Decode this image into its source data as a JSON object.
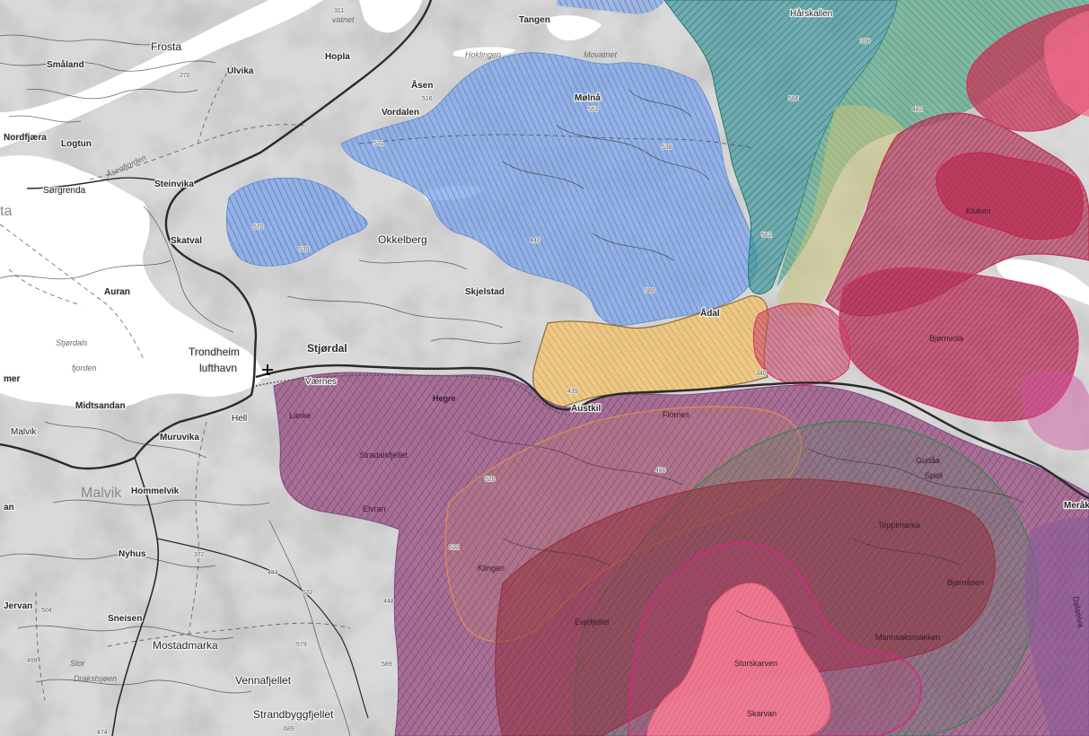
{
  "colors": {
    "land": "#dadada",
    "water": "#ffffff",
    "road": "#2b2b2b",
    "blue_zone": "#6f97dc",
    "teal_zone": "#3b9a9a",
    "yellow_zone": "#e6b85a",
    "purple_zone": "#8f4f8c",
    "red_zone": "#c8324e",
    "pink_zone": "#f06a86"
  },
  "labels": {
    "smaland": "Småland",
    "frosta": "Frosta",
    "hopla": "Hopla",
    "tangen": "Tangen",
    "ulvika": "Ulvika",
    "asen": "Åsen",
    "vordalen": "Vordalen",
    "molna": "Mølnå",
    "hoklingen": "Hoklingen",
    "movatnet": "Movatnet",
    "vatnet": "vatnet",
    "harskallen": "Hårskallen",
    "nordfjaera": "Nordfjæra",
    "logtun": "Logtun",
    "asenfjorden": "Åsenfjorden",
    "sorgrenda": "Sørgrenda",
    "steinvika": "Steinvika",
    "skatval": "Skatval",
    "ta": "ta",
    "okkelberg": "Okkelberg",
    "auran": "Auran",
    "skjelstad": "Skjelstad",
    "adal": "Ådal",
    "trondheim": "Trondheim",
    "lufthavn": "lufthavn",
    "stjordal": "Stjørdal",
    "stjordals": "Stjørdals",
    "fjorden": "fjorden",
    "vaernes": "Værnes",
    "mer": "mer",
    "midtsandan": "Midtsandan",
    "hegre": "Hegre",
    "austkil": "Austkil",
    "flornes": "Flornes",
    "malvik_small": "Malvik",
    "hell": "Hell",
    "muruvika": "Muruvika",
    "lanke": "Lanke",
    "stradalsfjellet": "Stradalsfjellet",
    "malvik_big": "Malvik",
    "hommelvik": "Hommelvik",
    "an": "an",
    "elvran": "Elvran",
    "gudaa": "Gudåa",
    "meraker": "Meråke",
    "nyhus": "Nyhus",
    "klingen": "Klingen",
    "bjornasen": "Bjørnåsen",
    "jervan": "Jervan",
    "sneisen": "Sneisen",
    "evjefjellet": "Evjefjellet",
    "mostadmarka": "Mostadmarka",
    "mannsaksmakken": "Mannsaksmakken",
    "stor": "Stor",
    "drakstsjoen": "Drakstsjøen",
    "vennafjellet": "Vennafjellet",
    "storskarven": "Storskarven",
    "strandbyggfjellet": "Strandbyggfjellet",
    "skarvan": "Skarvan",
    "elv_right": "Dalaelva",
    "kluken": "Kluken",
    "bjornvola": "Bjørnvola",
    "teppmarka": "Tepplmarka",
    "spell": "Spell"
  },
  "elevations": {
    "e311": "311",
    "e270": "270",
    "e516": "516",
    "e553": "553",
    "e398": "398",
    "e586": "586",
    "e482": "482",
    "e531": "531",
    "e538": "538",
    "e570": "570",
    "e539": "539",
    "e440": "440",
    "e562": "562",
    "e380": "380",
    "e372": "372",
    "e444": "444",
    "e532": "532",
    "e448": "448",
    "e504": "504",
    "e499": "499",
    "e579": "579",
    "e589": "589",
    "e474": "474",
    "e689": "689",
    "e439": "439",
    "e340": "340",
    "e480": "480",
    "e520": "520",
    "e612": "612"
  }
}
